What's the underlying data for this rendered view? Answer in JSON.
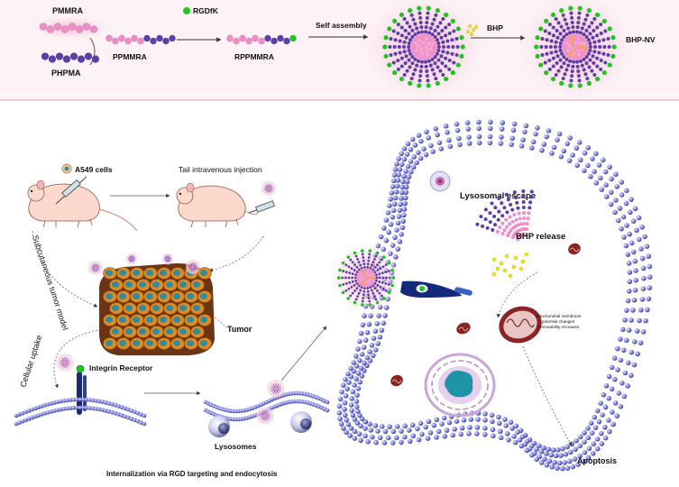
{
  "labels": {
    "pmmra": "PMMRA",
    "phpma": "PHPMA",
    "rgdfk": "RGDfK",
    "ppmmra": "PPMMRA",
    "rppmmra": "RPPMMRA",
    "self_assembly": "Self assembly",
    "bhp": "BHP",
    "bhp_nv": "BHP-NV",
    "a549": "A549 cells",
    "tail_injection": "Tail intravenous injection",
    "subcutaneous": "Subcutaneous tumor model",
    "tumor": "Tumor",
    "cellular_uptake": "Cellular uptake",
    "integrin": "Integrin Receptor",
    "lysosomes": "Lysosomes",
    "internalization": "Internalization via RGD targeting and endocytosis",
    "lysosomal_escape": "Lysosomal escape",
    "bhp_release": "BHP release",
    "mito_line1": "Mitochondrial membrane",
    "mito_line2": "potential changes",
    "mito_line3": "Permeability increases",
    "apoptosis": "Apoptosis"
  },
  "colors": {
    "pink": "#f08cc8",
    "purple": "#5a3fa8",
    "green": "#1fc41f",
    "yellow": "#f2e21a",
    "orange": "#f5a25c",
    "tumor_brown": "#6b3414",
    "tumor_cell": "#e08a22",
    "tumor_nucleus": "#2e8ca0",
    "membrane_bead": "#7e80dd",
    "mito": "#8a2424"
  },
  "icons": [
    "syringe-icon",
    "mouse-icon",
    "nanoparticle-icon",
    "mitochondrion-icon",
    "nucleus-icon",
    "lysosome-icon"
  ]
}
